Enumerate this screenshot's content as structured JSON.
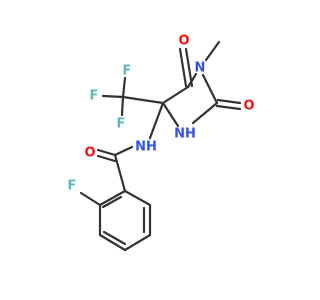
{
  "molecule": {
    "atom_labels": {
      "o_carbonyl_top": "O",
      "n_methyl": "N",
      "o_carbonyl_right": "O",
      "f_cf3_top": "F",
      "f_cf3_left": "F",
      "f_cf3_bottom": "F",
      "nh_amide": "NH",
      "nh_ring": "NH",
      "o_amide": "O",
      "f_aryl": "F"
    },
    "colors": {
      "bond": "#333333",
      "oxygen": "#ff0d0d",
      "nitrogen": "#3050f8",
      "fluorine": "#5fb8b8"
    }
  }
}
